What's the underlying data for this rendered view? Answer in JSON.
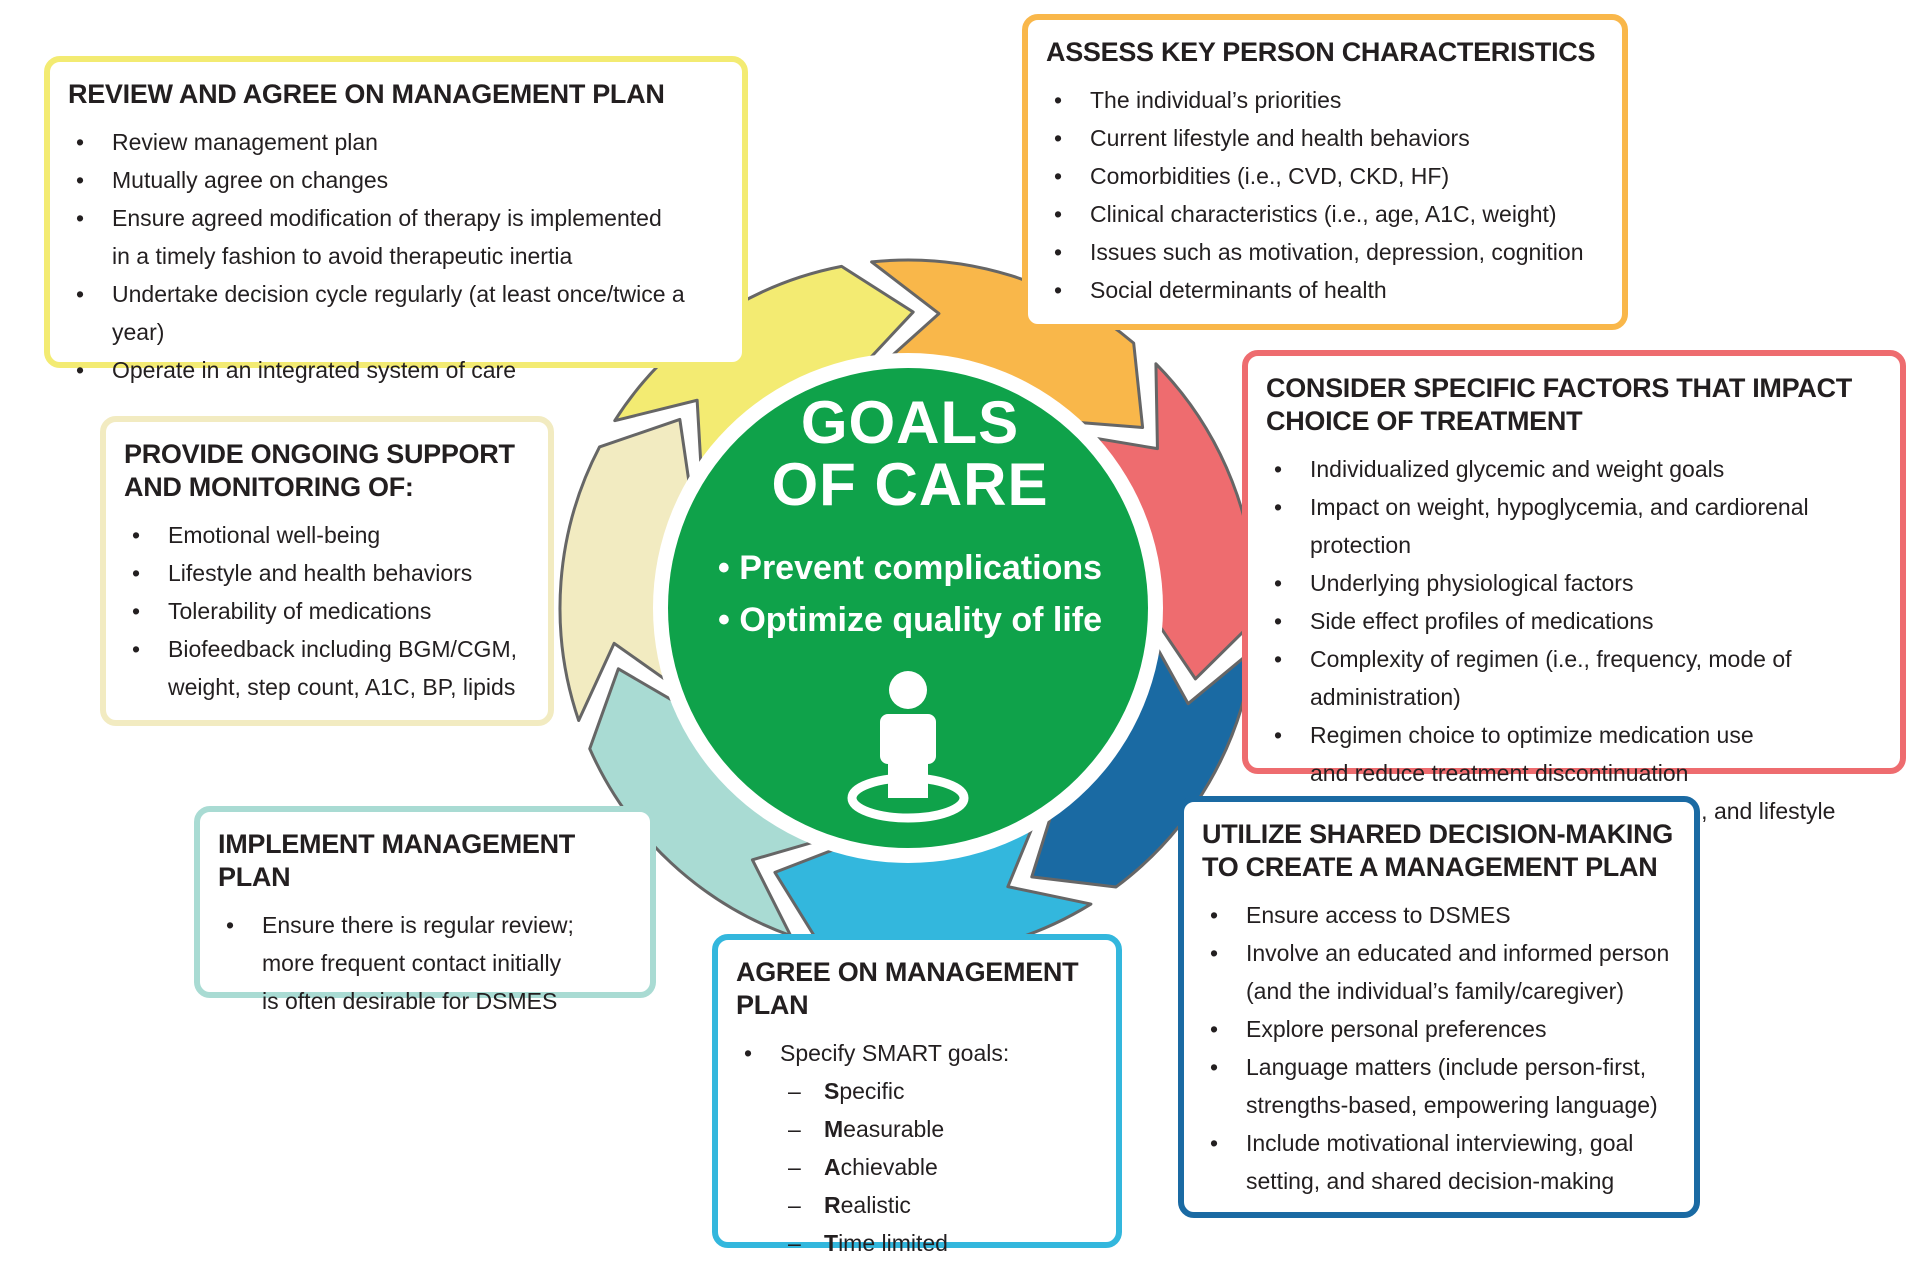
{
  "center": {
    "title_line1": "GOALS",
    "title_line2": "OF CARE",
    "bullets": [
      "• Prevent complications",
      "• Optimize quality of life"
    ],
    "icon": "person-on-target-icon",
    "color": "#0fa24a"
  },
  "colors": {
    "assess": "#f9b74a",
    "consider": "#ee6c6f",
    "utilize": "#1a6aa3",
    "agree": "#33b7dd",
    "implement": "#a9dbd3",
    "support": "#f2ebc1",
    "review": "#f3eb72"
  },
  "boxes": {
    "assess": {
      "title": "ASSESS KEY PERSON CHARACTERISTICS",
      "items": [
        "The individual’s priorities",
        "Current lifestyle and health behaviors",
        "Comorbidities (i.e., CVD, CKD, HF)",
        "Clinical characteristics (i.e., age, A1C, weight)",
        "Issues such as motivation, depression, cognition",
        "Social determinants of health"
      ]
    },
    "consider": {
      "title": "CONSIDER SPECIFIC FACTORS THAT IMPACT CHOICE OF TREATMENT",
      "items": [
        "Individualized glycemic and weight goals",
        "Impact on weight, hypoglycemia, and cardiorenal protection",
        "Underlying physiological factors",
        "Side effect profiles of medications",
        "Complexity of regimen (i.e., frequency, mode of administration)",
        "Regimen choice to optimize medication use",
        "Access, cost, availability of medication, and lifestyle choices"
      ],
      "item6_cont": "and reduce treatment discontinuation"
    },
    "utilize": {
      "title": "UTILIZE SHARED DECISION-MAKING TO CREATE A MANAGEMENT PLAN",
      "items": [
        "Ensure access to DSMES",
        "Involve an educated and informed person",
        "Explore personal preferences",
        "Language matters (include person-first,",
        "Include motivational interviewing, goal"
      ],
      "item2_cont": "(and the individual’s family/caregiver)",
      "item4_cont": "strengths-based, empowering language)",
      "item5_cont": "setting, and shared decision-making"
    },
    "agree": {
      "title": "AGREE ON MANAGEMENT PLAN",
      "item": "Specify SMART goals:",
      "smart": [
        {
          "letter": "S",
          "rest": "pecific"
        },
        {
          "letter": "M",
          "rest": "easurable"
        },
        {
          "letter": "A",
          "rest": "chievable"
        },
        {
          "letter": "R",
          "rest": "ealistic"
        },
        {
          "letter": "T",
          "rest": "ime limited"
        }
      ]
    },
    "implement": {
      "title": "IMPLEMENT MANAGEMENT PLAN",
      "line1": "Ensure there is regular review;",
      "line2": "more frequent contact initially",
      "line3": "is often desirable for DSMES"
    },
    "support": {
      "title": "PROVIDE ONGOING SUPPORT AND MONITORING OF:",
      "items": [
        "Emotional well-being",
        "Lifestyle and health behaviors",
        "Tolerability of medications",
        "Biofeedback including BGM/CGM,"
      ],
      "item4_cont": "weight, step count, A1C, BP, lipids"
    },
    "review": {
      "title": "REVIEW AND AGREE ON MANAGEMENT PLAN",
      "items": [
        "Review management plan",
        "Mutually agree on changes",
        "Ensure agreed modification of therapy is implemented",
        "Undertake decision cycle regularly (at least once/twice a year)",
        "Operate in an integrated system of care"
      ],
      "item3_cont": "in a timely fashion to avoid therapeutic inertia"
    }
  }
}
